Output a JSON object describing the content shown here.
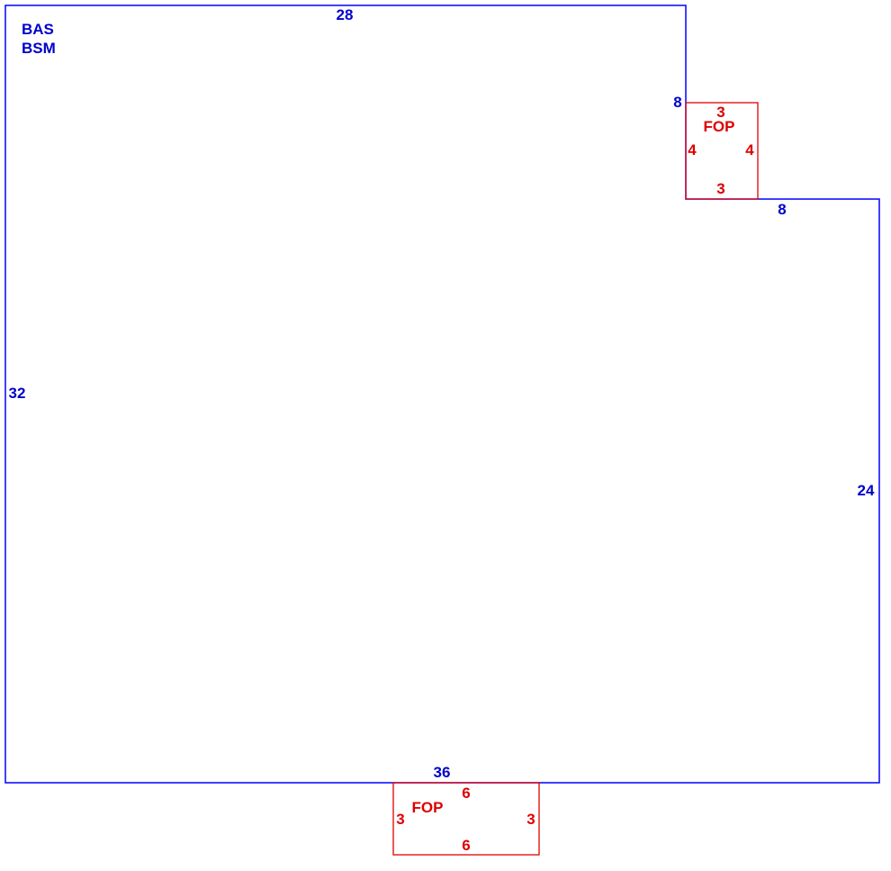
{
  "main_area": {
    "codes": [
      "BAS",
      "BSM"
    ],
    "dimensions": {
      "top": "28",
      "notch_vertical": "8",
      "notch_horizontal": "8",
      "left": "32",
      "right": "24",
      "bottom": "36"
    },
    "color": "#0000ff",
    "label_color": "#0000cc"
  },
  "porches": [
    {
      "code": "FOP",
      "dimensions": {
        "top": "3",
        "left": "4",
        "right": "4",
        "bottom": "3"
      }
    },
    {
      "code": "FOP",
      "dimensions": {
        "top": "6",
        "left": "3",
        "right": "3",
        "bottom": "6"
      }
    }
  ],
  "porch_color": "#e00000",
  "porch_label_color": "#dd0000"
}
